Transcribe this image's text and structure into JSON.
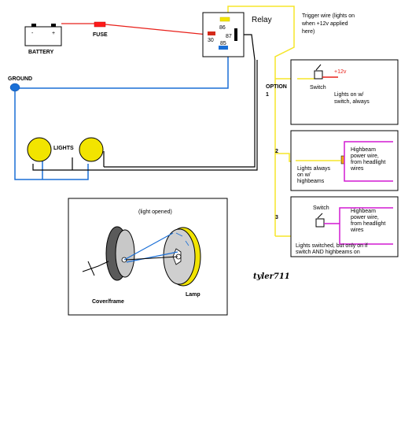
{
  "colors": {
    "red": "#e8201a",
    "blue": "#1a6fd6",
    "yellow": "#f5e52a",
    "magenta": "#d21ad2",
    "black": "#000000",
    "lamp_fill": "#f2e400",
    "gray_dark": "#5a5a5a",
    "gray_light": "#c8c8c8",
    "fuse_red": "#ff1a1a",
    "relay_orange": "#f2a81a"
  },
  "labels": {
    "battery": "BATTERY",
    "battery_minus": "-",
    "battery_plus": "+",
    "fuse": "FUSE",
    "ground": "GROUND",
    "lights": "LIGHTS",
    "relay": "Relay",
    "pin86": "86",
    "pin30": "30",
    "pin87": "87",
    "pin85": "85",
    "trigger_l1": "Trigger wire (lights on",
    "trigger_l2": "when +12v applied",
    "trigger_l3": "here)",
    "option": "OPTION",
    "opt1": "1",
    "opt2": "2",
    "opt3": "3",
    "plus12v": "+12v",
    "switch1": "Switch",
    "box1_l1": "Lights on w/",
    "box1_l2": "switch, always",
    "box2_left_l1": "Lights always",
    "box2_left_l2": "on w/",
    "box2_left_l3": "highbeams",
    "highbeam_l1": "Highbeam",
    "highbeam_l2": "power wire,",
    "highbeam_l3": "from headlight",
    "highbeam_l4": "wires",
    "switch3": "Switch",
    "box3_l1": "Lights switched, but only on if",
    "box3_l2": "switch AND highbeams on",
    "light_opened": "(light opened)",
    "cover_frame": "Cover/frame",
    "lamp": "Lamp",
    "signature": "tyler711"
  }
}
